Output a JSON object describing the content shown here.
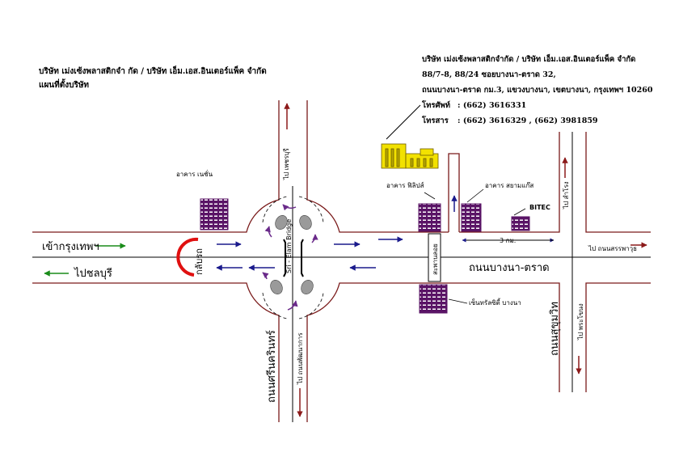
{
  "header_left": {
    "company": "บริษัท เม่งเซ้งพลาสติกจำ กัด / บริษัท เอ็ม.เอส.อินเตอร์แพ็ค จำกัด",
    "subtitle": "แผนที่ตั้งบริษัท"
  },
  "header_right": {
    "company": "บริษัท เม่งเซ้งพลาสติกจำกัด / บริษัท เอ็ม.เอส.อินเตอร์แพ็ค จำกัด",
    "address1": "88/7-8, 88/24  ซอยบางนา-ตราด 32,",
    "address2": "ถนนบางนา-ตราด กม.3, แขวงบางนา, เขตบางนา, กรุงเทพฯ 10260",
    "tel_label": "โทรศัพท์",
    "tel": ":  (662) 3616331",
    "fax_label": "โทรสาร",
    "fax": ":  (662) 3616329 , (662) 3981859"
  },
  "labels": {
    "to_bangkok": "เข้ากรุงเทพฯ",
    "to_chonburi": "ไปชลบุรี",
    "uturn": "กลับรถ",
    "bridge": "Sri - Elam Bridge",
    "to_phetburi": "ไป เพชรบุรี",
    "to_phatthanakan": "ไป ถนนพัฒนาการ",
    "srinakarin_road": "ถนนศรีนครินทร์",
    "building_mayday": "อาคาร เนชั่น",
    "building_philips": "อาคาร ฟิลิปส์",
    "building_sermmitr": "อาคาร สยามแก๊ส",
    "bitec": "BITEC",
    "central": "เซ็นทรัลซิตี้ บางนา",
    "pedestrian_bridge": "สะพานลอย",
    "distance": "3 กม.",
    "bangna_trad_road": "ถนนบางนา-ตราด",
    "sukhumvit_road": "ถนนสุขุมวิท",
    "to_samrong": "ไป สำโรง",
    "to_sanpawut": "ไป ถนนสรรพาวุธ",
    "to_phrakhanong": "ไป พระโขนง"
  },
  "colors": {
    "road": "#7a1a1a",
    "arrow_blue": "#1a1a8c",
    "arrow_green": "#1a8c1a",
    "arrow_red": "#8c1a1a",
    "uturn_red": "#e01010",
    "building_purple": "#5a1466",
    "factory_yellow": "#f2e100",
    "roundabout_arrow": "#6a2a8a"
  }
}
